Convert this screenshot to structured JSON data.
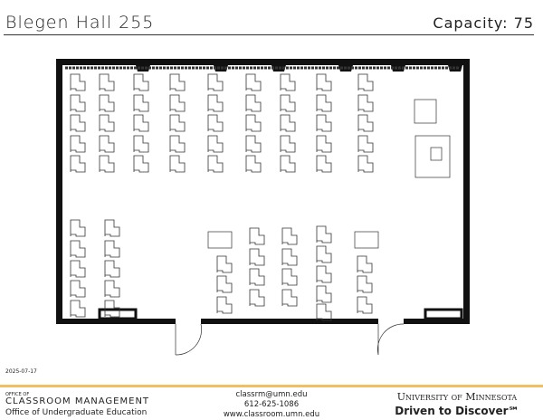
{
  "header": {
    "title": "Blegen Hall 255",
    "capacity": "Capacity: 75"
  },
  "date": "2025-07-17",
  "footer": {
    "office_of": "OFFICE OF",
    "office_name": "CLASSROOM MANAGEMENT",
    "office_sub": "Office of Undergraduate Education",
    "email": "classrm@umn.edu",
    "phone": "612-625-1086",
    "website": "www.classroom.umn.edu",
    "university": "University of Minnesota",
    "tagline": "Driven to Discover℠"
  }
}
